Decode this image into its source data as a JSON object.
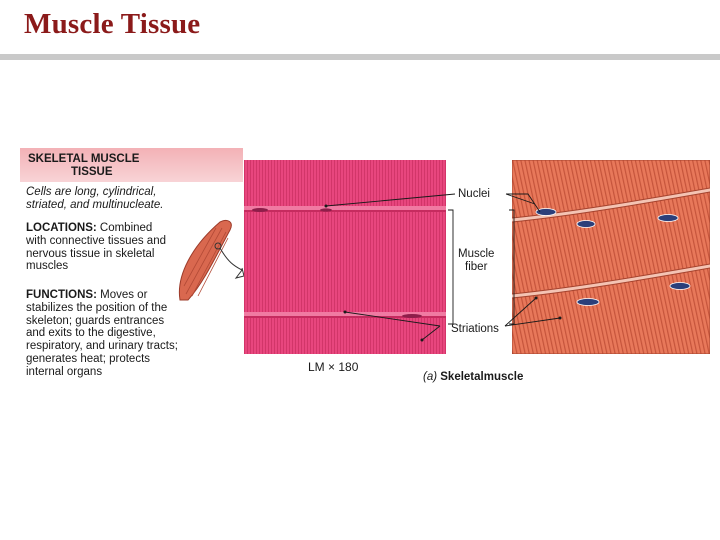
{
  "title": "Muscle Tissue",
  "panel": {
    "header_line1": "SKELETAL MUSCLE",
    "header_line2": "TISSUE",
    "description": "Cells are long, cylindrical, striated, and multinucleate.",
    "locations_label": "LOCATIONS:",
    "locations_text": " Combined with connective tissues and nervous tissue in skeletal muscles",
    "functions_label": "FUNCTIONS:",
    "functions_text": " Moves or stabilizes the position of the skeleton; guards entrances and exits to the digestive, respiratory, and urinary tracts; generates heat; protects internal organs"
  },
  "labels": {
    "nuclei": "Nuclei",
    "muscle_fiber_1": "Muscle",
    "muscle_fiber_2": "fiber",
    "striations": "Striations"
  },
  "captions": {
    "lm": "LM × 180",
    "part_letter": "(a)",
    "part_name": " Skeletalmuscle"
  },
  "colors": {
    "title": "#8b1a1a",
    "micrograph": "#e8467e",
    "illustration": "#e8785a",
    "header_band": "#f3b1b6",
    "nucleus": "#2b3f7a"
  }
}
